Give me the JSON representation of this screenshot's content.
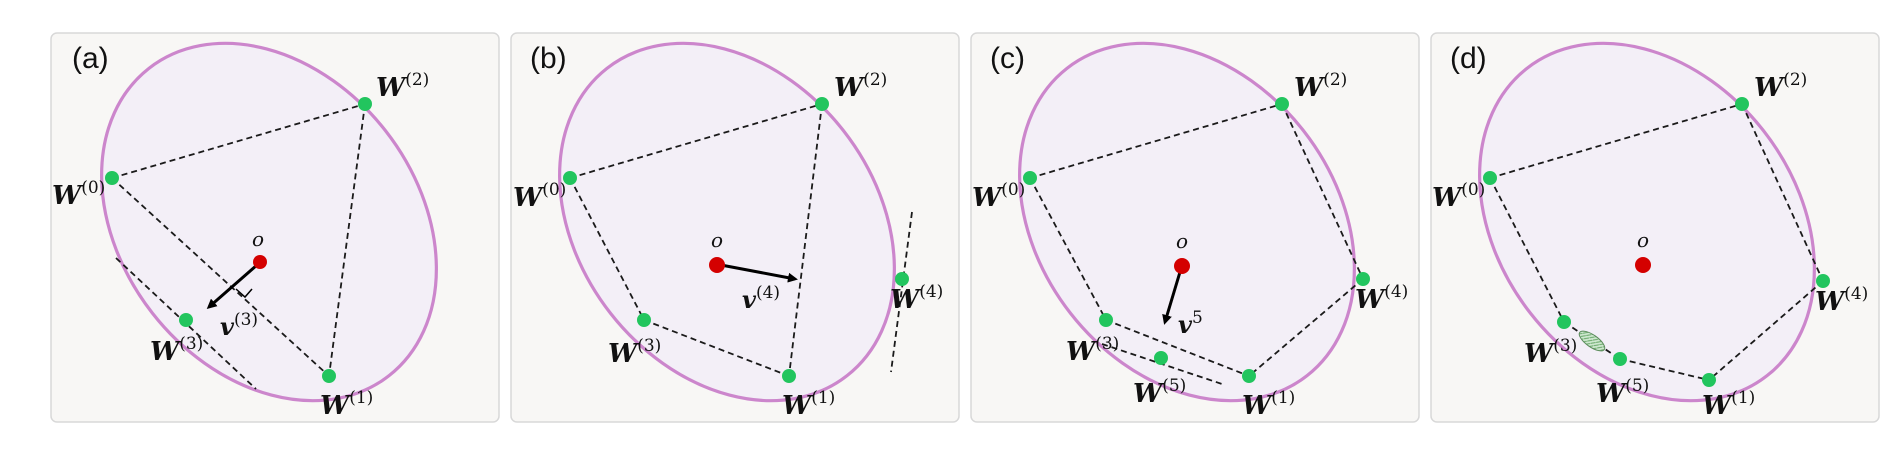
{
  "panels": [
    {
      "label": "(a)",
      "nodes": [
        {
          "name": "W",
          "sup": "(0)"
        },
        {
          "name": "W",
          "sup": "(1)"
        },
        {
          "name": "W",
          "sup": "(2)"
        },
        {
          "name": "W",
          "sup": "(3)"
        }
      ],
      "origin": "o",
      "vector": {
        "name": "v",
        "sup": "(3)"
      }
    },
    {
      "label": "(b)",
      "nodes": [
        {
          "name": "W",
          "sup": "(0)"
        },
        {
          "name": "W",
          "sup": "(1)"
        },
        {
          "name": "W",
          "sup": "(2)"
        },
        {
          "name": "W",
          "sup": "(3)"
        },
        {
          "name": "W",
          "sup": "(4)"
        }
      ],
      "origin": "o",
      "vector": {
        "name": "v",
        "sup": "(4)"
      }
    },
    {
      "label": "(c)",
      "nodes": [
        {
          "name": "W",
          "sup": "(0)"
        },
        {
          "name": "W",
          "sup": "(1)"
        },
        {
          "name": "W",
          "sup": "(2)"
        },
        {
          "name": "W",
          "sup": "(3)"
        },
        {
          "name": "W",
          "sup": "(4)"
        },
        {
          "name": "W",
          "sup": "(5)"
        }
      ],
      "origin": "o",
      "vector": {
        "name": "v",
        "sup": "5"
      }
    },
    {
      "label": "(d)",
      "nodes": [
        {
          "name": "W",
          "sup": "(0)"
        },
        {
          "name": "W",
          "sup": "(1)"
        },
        {
          "name": "W",
          "sup": "(2)"
        },
        {
          "name": "W",
          "sup": "(3)"
        },
        {
          "name": "W",
          "sup": "(4)"
        },
        {
          "name": "W",
          "sup": "(5)"
        }
      ],
      "origin": "o"
    }
  ],
  "colors": {
    "ellipse_stroke": "#cc86cc",
    "ellipse_fill": "#f3eff7",
    "node": "#22c55e",
    "origin": "#d40000"
  }
}
